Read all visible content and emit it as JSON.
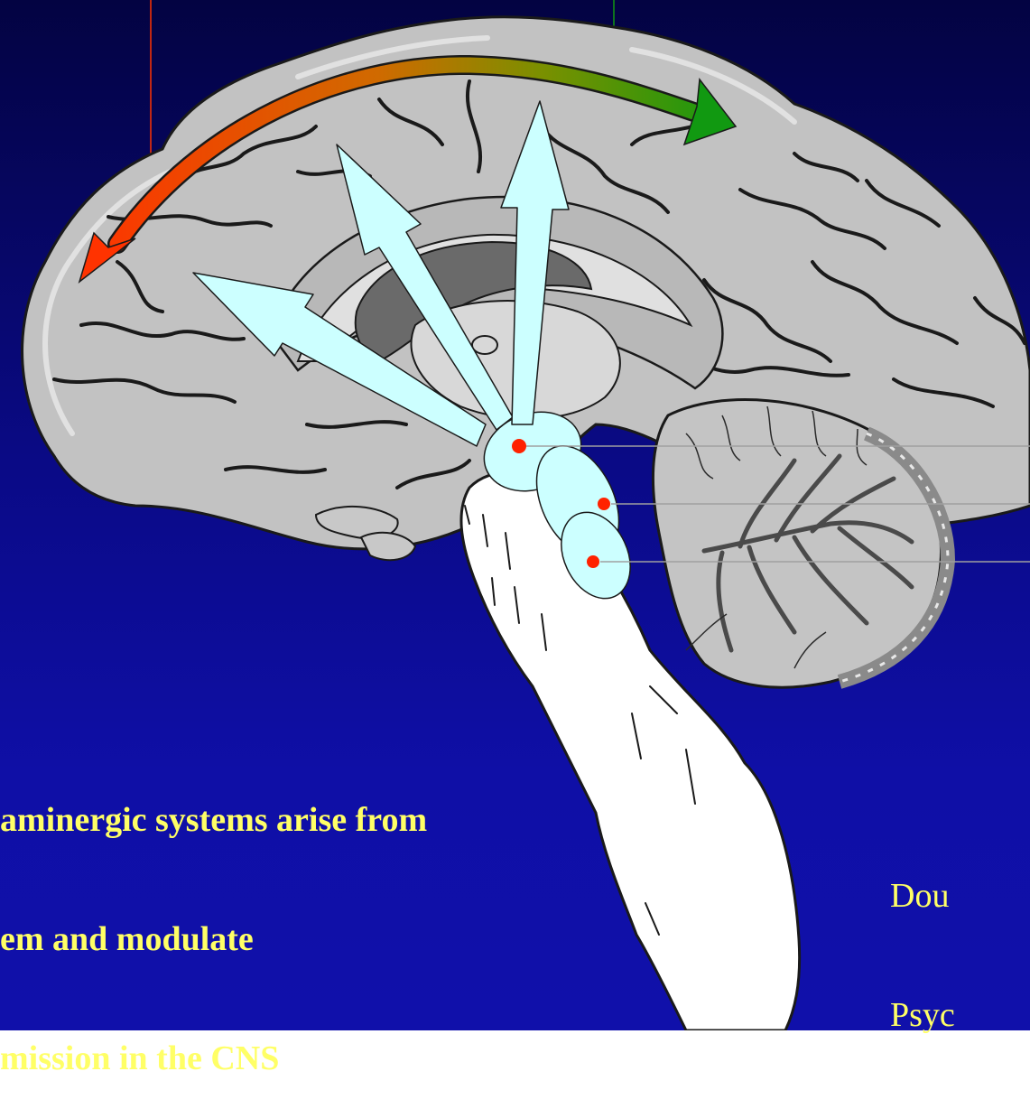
{
  "caption": {
    "line1": "aminergic systems arise from",
    "line2": "em and modulate",
    "line3": "mission in the CNS"
  },
  "credit": {
    "line1": "Dou",
    "line2": "Psyc"
  },
  "colors": {
    "background": "#0b0b8c",
    "brain_fill": "#c0c0c0",
    "sulci": "#1a1a1a",
    "projection_arrows": "#ccffff",
    "nuclei_dots": "#ff2200",
    "arc_start": "#ff3300",
    "arc_end": "#119911",
    "caption_text": "#ffff66"
  },
  "icons": [
    "brain-sagittal-illustration",
    "projection-arrow-icon",
    "nucleus-dot-icon"
  ]
}
